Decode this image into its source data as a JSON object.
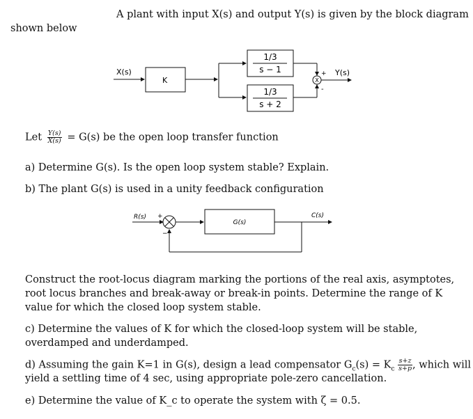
{
  "intro": {
    "line1": "A plant with input X(s) and output Y(s) is given by the block diagram",
    "line2": "shown below"
  },
  "diagram1": {
    "input_label": "X(s)",
    "gain_label": "K",
    "block_top_num": "1/3",
    "block_top_den": "s − 1",
    "block_bottom_num": "1/3",
    "block_bottom_den": "s + 2",
    "sum_symbol": "X",
    "sign_top": "+",
    "sign_bottom": "-",
    "output_label": "Y(s)"
  },
  "let_line": {
    "prefix": "Let",
    "frac_num": "Y(s)",
    "frac_den": "X(s)",
    "suffix": "= G(s) be the open loop transfer function"
  },
  "part_a": "a) Determine G(s). Is the open loop system stable? Explain.",
  "part_b": "b) The plant G(s) is used in a unity feedback configuration",
  "diagram2": {
    "input_label": "R(s)",
    "sign_plus": "+",
    "sign_minus": "−",
    "block_label": "G(s)",
    "output_label": "C(s)"
  },
  "part_b_text": "Construct the root-locus diagram marking the portions of the real axis, asymptotes, root locus branches and break-away or break-in points. Determine the range of K value for which the closed loop system stable.",
  "part_c": "c) Determine the values of K for which the closed-loop system will be stable, overdamped and underdamped.",
  "part_d": {
    "before": "d) Assuming the gain K=1 in G(s), design a lead compensator G",
    "sub_c": "c",
    "mid": "(s) = K",
    "frac_num": "s+z",
    "frac_den": "s+p",
    "after": ", which will",
    "line2": "yield a settling time of 4 sec, using appropriate pole-zero cancellation."
  },
  "part_e": "e) Determine the value of K_c to operate the system with ζ = 0.5."
}
